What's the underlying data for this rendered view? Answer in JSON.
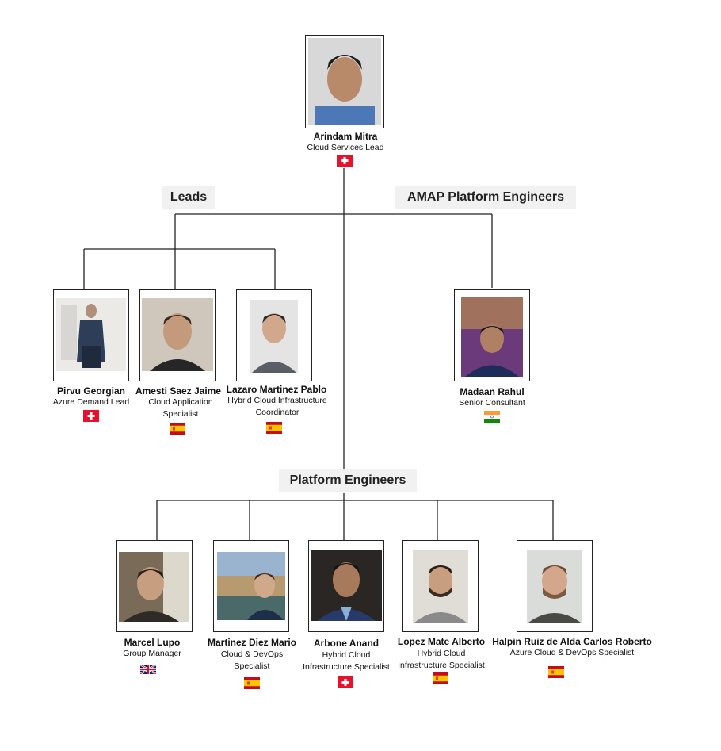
{
  "sections": {
    "leads": "Leads",
    "amap": "AMAP Platform Engineers",
    "platform": "Platform Engineers"
  },
  "people": {
    "arindam": {
      "name": "Arindam Mitra",
      "role": "Cloud Services Lead",
      "flag": "switzerland"
    },
    "pirvu": {
      "name": "Pirvu Georgian",
      "role": "Azure Demand Lead",
      "flag": "switzerland"
    },
    "amesti": {
      "name": "Amesti Saez Jaime",
      "role": "Cloud Application Specialist",
      "flag": "spain"
    },
    "lazaro": {
      "name": "Lazaro Martinez Pablo",
      "role": "Hybrid Cloud Infrastructure Coordinator",
      "flag": "spain"
    },
    "madaan": {
      "name": "Madaan Rahul",
      "role": "Senior Consultant",
      "flag": "india"
    },
    "marcel": {
      "name": "Marcel Lupo",
      "role": "Group Manager",
      "flag": "united-kingdom"
    },
    "martinez": {
      "name": "Martinez Diez Mario",
      "role": "Cloud & DevOps Specialist",
      "flag": "spain"
    },
    "arbone": {
      "name": "Arbone Anand",
      "role": "Hybrid Cloud Infrastructure Specialist",
      "flag": "switzerland"
    },
    "lopez": {
      "name": "Lopez Mate Alberto",
      "role": "Hybrid Cloud Infrastructure Specialist",
      "flag": "spain"
    },
    "halpin": {
      "name": "Halpin Ruiz de Alda Carlos Roberto",
      "role": "Azure Cloud & DevOps Specialist",
      "flag": "spain"
    }
  },
  "colors": {
    "line": "#222222",
    "section_bg": "#f1f1f1",
    "swiss_red": "#e8112d",
    "spain_red": "#c60b1e",
    "spain_yellow": "#ffc400",
    "india_saffron": "#ff9933",
    "india_green": "#138808",
    "uk_blue": "#012169"
  }
}
